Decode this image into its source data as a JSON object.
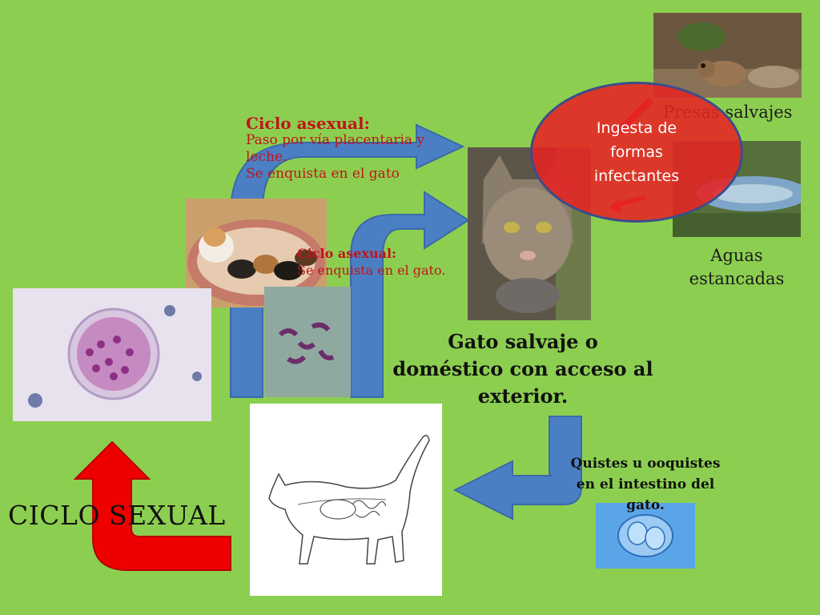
{
  "labels": {
    "asexual_1_title": "Ciclo asexual:",
    "asexual_1_line1": "Paso por vía placentaria y leche.",
    "asexual_1_line2": "Se enquista en el gato",
    "asexual_2_title": "Ciclo asexual:",
    "asexual_2_line1": "Se enquista en el gato.",
    "presas": "Presas salvajes",
    "aguas": "Aguas estancadas",
    "ingesta": "Ingesta de formas infectantes",
    "gato": "Gato salvaje o doméstico con acceso al exterior.",
    "quistes": "Quistes u ooquistes en el intestino del gato.",
    "ciclo_sexual": "CICLO SEXUAL"
  },
  "colors": {
    "background": "#8ccf50",
    "blue_arrow": "#4b7fc4",
    "red_arrow": "#ee0000",
    "label_red": "#c0141b",
    "ellipse": "#e62323"
  },
  "icons": [
    "mouse-photo",
    "pond-photo",
    "cat-with-prey-photo",
    "cat-with-kittens-photo",
    "tachyzoites-microscopy",
    "tissue-cyst-microscopy",
    "cat-anatomy-drawing",
    "oocyst-microscopy"
  ]
}
